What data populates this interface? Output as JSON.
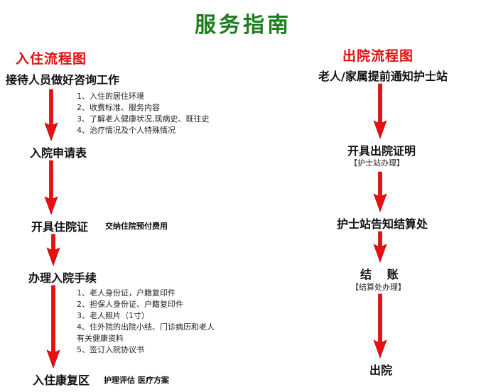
{
  "title": "服务指南",
  "colors": {
    "title": "#1e7d1e",
    "section": "#e01010",
    "arrow": "#e81010"
  },
  "admission": {
    "title": "入住流程图",
    "step1": "接待人员做好咨询工作",
    "step1_notes": [
      "1、入住的居住环境",
      "2、收费标准、服务内容",
      "3、了解老人健康状况,现病史、既往史",
      "4、治疗情况及个人特殊情况"
    ],
    "step2": "入院申请表",
    "step3": "开具住院证",
    "step3_note": "交纳住院预付费用",
    "step4": "办理入院手续",
    "step4_notes": [
      "1、老人身份证，户籍复印件",
      "2、担保人身份证、户籍复印件",
      "3、老人照片（1寸）",
      "4、住外院的出院小结、门诊病历和老人",
      "有关健康资料",
      "5、签订入院协议书"
    ],
    "step5": "入住康复区",
    "step5_note": "护理评估 医疗方案"
  },
  "discharge": {
    "title": "出院流程图",
    "step1": "老人/家属提前通知护士站",
    "step2": "开具出院证明",
    "step2_note": "【护士站办理】",
    "step3": "护士站告知结算处",
    "step4": "结 账",
    "step4_note": "【结算处办理】",
    "step5": "出院"
  }
}
